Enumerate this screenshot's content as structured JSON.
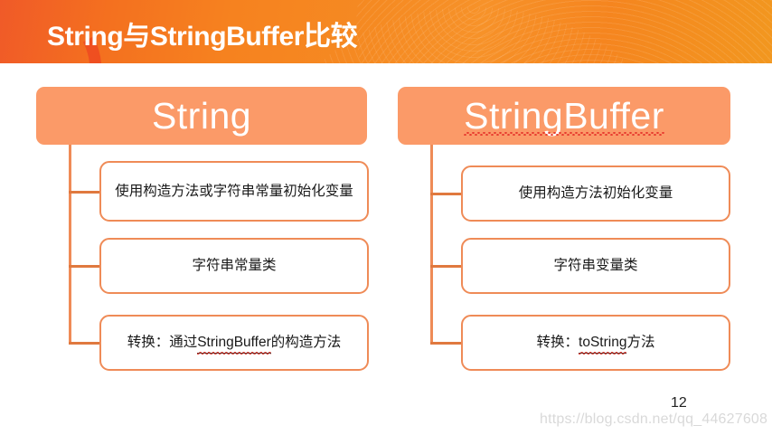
{
  "header": {
    "title": "String与StringBuffer比较",
    "background_gradient_from": "#f05a28",
    "background_gradient_to": "#f2971f",
    "swirl_color": "#e23a20",
    "title_color": "#ffffff"
  },
  "theme": {
    "accent_fill": "#fb9a68",
    "accent_border": "#ef8b57",
    "connector_color": "#e0793f",
    "text_color": "#1a1a1a",
    "page_background": "#ffffff",
    "spellcheck_underline": "#e8392e"
  },
  "diagram": {
    "columns": [
      {
        "id": "string",
        "root_label": "String",
        "root_has_spellcheck_underline": false,
        "leaves": [
          {
            "text": "使用构造方法或字符串常量初始化变量",
            "spellcheck_word": ""
          },
          {
            "text": "字符串常量类",
            "spellcheck_word": ""
          },
          {
            "text_prefix": "转换：通过",
            "spellcheck_word": "StringBuffer",
            "text_suffix": "的构造方法"
          }
        ]
      },
      {
        "id": "stringbuffer",
        "root_label": "StringBuffer",
        "root_has_spellcheck_underline": true,
        "leaves": [
          {
            "text": "使用构造方法初始化变量",
            "spellcheck_word": ""
          },
          {
            "text": "字符串变量类",
            "spellcheck_word": ""
          },
          {
            "text_prefix": "转换：",
            "spellcheck_word": "toString",
            "text_suffix": "方法"
          }
        ]
      }
    ]
  },
  "footer": {
    "page_number": "12",
    "watermark": "https://blog.csdn.net/qq_44627608"
  }
}
